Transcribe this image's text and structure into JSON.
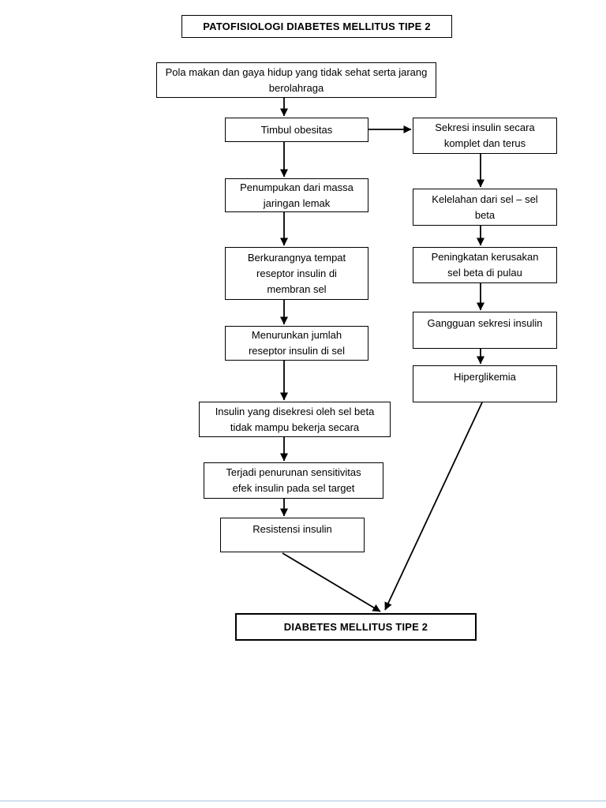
{
  "diagram": {
    "title": "PATOFISIOLOGI DIABETES MELLITUS TIPE 2",
    "nodes": {
      "lifestyle": "Pola makan dan gaya hidup yang tidak sehat serta jarang berolahraga",
      "obesity": "Timbul obesitas",
      "insulin_secretion": "Sekresi insulin secara komplet dan terus",
      "fat_mass": "Penumpukan dari massa jaringan lemak",
      "beta_cell_fatigue": "Kelelahan dari sel – sel beta",
      "receptor_sites": "Berkurangnya tempat reseptor insulin di membran sel",
      "beta_cell_damage": "Peningkatan kerusakan sel beta di pulau",
      "secretion_disorder": "Gangguan sekresi insulin",
      "receptor_decrease": "Menurunkan jumlah reseptor insulin di sel",
      "hyperglycemia": "Hiperglikemia",
      "insulin_ineffective": "Insulin yang disekresi oleh sel beta tidak mampu bekerja secara",
      "sensitivity_drop": "Terjadi penurunan sensitivitas efek insulin pada sel target",
      "insulin_resistance": "Resistensi insulin",
      "final": "DIABETES MELLITUS TIPE 2"
    },
    "line_color": "#000000",
    "box_background": "#ffffff",
    "page_background": "#ffffff",
    "page_edge_color": "#cdddf0"
  }
}
